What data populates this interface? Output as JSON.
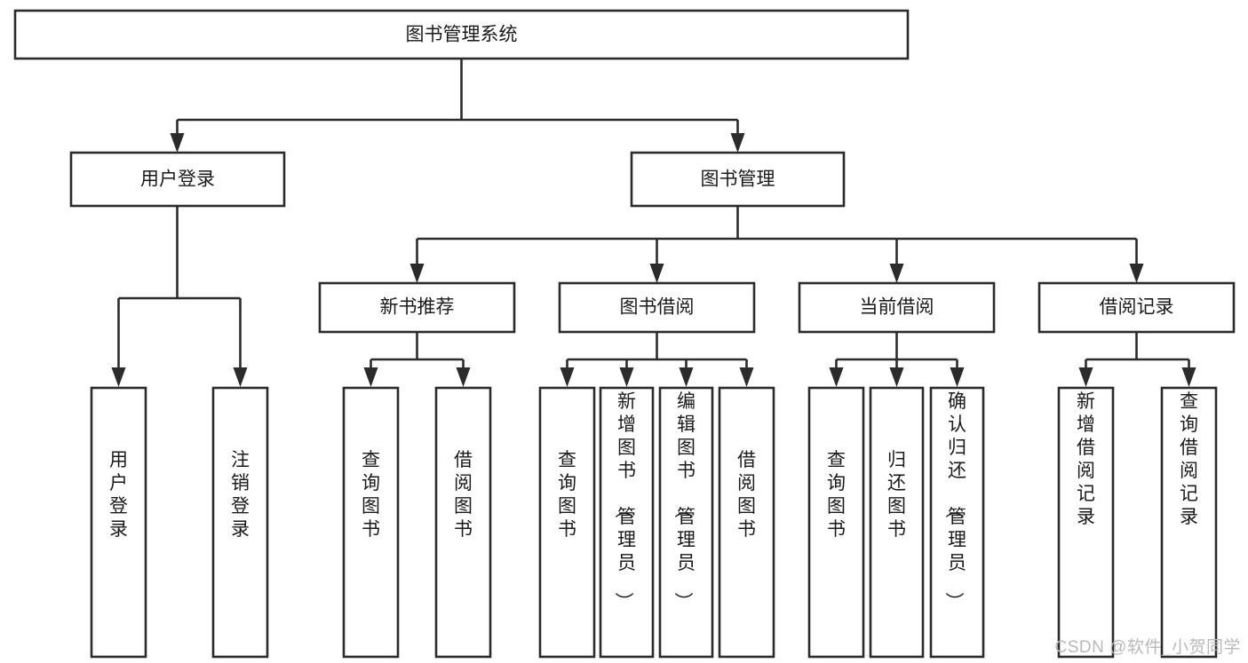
{
  "diagram": {
    "type": "tree-hierarchy-diagram",
    "title": "图书管理系统",
    "watermark": "CSDN @软件_小贺同学",
    "colors": {
      "box_stroke": "#2b2b2b",
      "box_fill": "#ffffff",
      "text": "#1a1a1a",
      "background": "#ffffff",
      "watermark": "#b9b9b9"
    },
    "levels": {
      "level1": [
        {
          "id": "root",
          "label": "图书管理系统",
          "orientation": "horizontal"
        }
      ],
      "level2": [
        {
          "id": "user-login",
          "label": "用户登录",
          "orientation": "horizontal"
        },
        {
          "id": "book-management",
          "label": "图书管理",
          "orientation": "horizontal"
        }
      ],
      "level3": [
        {
          "id": "new-book-recommend",
          "label": "新书推荐",
          "orientation": "horizontal"
        },
        {
          "id": "book-borrow",
          "label": "图书借阅",
          "orientation": "horizontal"
        },
        {
          "id": "current-borrow",
          "label": "当前借阅",
          "orientation": "horizontal"
        },
        {
          "id": "borrow-record",
          "label": "借阅记录",
          "orientation": "horizontal"
        }
      ],
      "level4": [
        {
          "id": "leaf-user-login",
          "label": "用户登录",
          "orientation": "vertical",
          "parent": "user-login"
        },
        {
          "id": "leaf-logout",
          "label": "注销登录",
          "orientation": "vertical",
          "parent": "user-login"
        },
        {
          "id": "leaf-query-book-1",
          "label": "查询图书",
          "orientation": "vertical",
          "parent": "new-book-recommend"
        },
        {
          "id": "leaf-borrow-book-1",
          "label": "借阅图书",
          "orientation": "vertical",
          "parent": "new-book-recommend"
        },
        {
          "id": "leaf-query-book-2",
          "label": "查询图书",
          "orientation": "vertical",
          "parent": "book-borrow"
        },
        {
          "id": "leaf-add-book",
          "label": "新增图书（管理员）",
          "orientation": "vertical",
          "parent": "book-borrow"
        },
        {
          "id": "leaf-edit-book",
          "label": "编辑图书（管理员）",
          "orientation": "vertical",
          "parent": "book-borrow"
        },
        {
          "id": "leaf-borrow-book-2",
          "label": "借阅图书",
          "orientation": "vertical",
          "parent": "book-borrow"
        },
        {
          "id": "leaf-query-book-3",
          "label": "查询图书",
          "orientation": "vertical",
          "parent": "current-borrow"
        },
        {
          "id": "leaf-return-book",
          "label": "归还图书",
          "orientation": "vertical",
          "parent": "current-borrow"
        },
        {
          "id": "leaf-confirm-return",
          "label": "确认归还（管理员）",
          "orientation": "vertical",
          "parent": "current-borrow"
        },
        {
          "id": "leaf-add-record",
          "label": "新增借阅记录",
          "orientation": "vertical",
          "parent": "borrow-record"
        },
        {
          "id": "leaf-query-record",
          "label": "查询借阅记录",
          "orientation": "vertical",
          "parent": "borrow-record"
        }
      ]
    }
  }
}
